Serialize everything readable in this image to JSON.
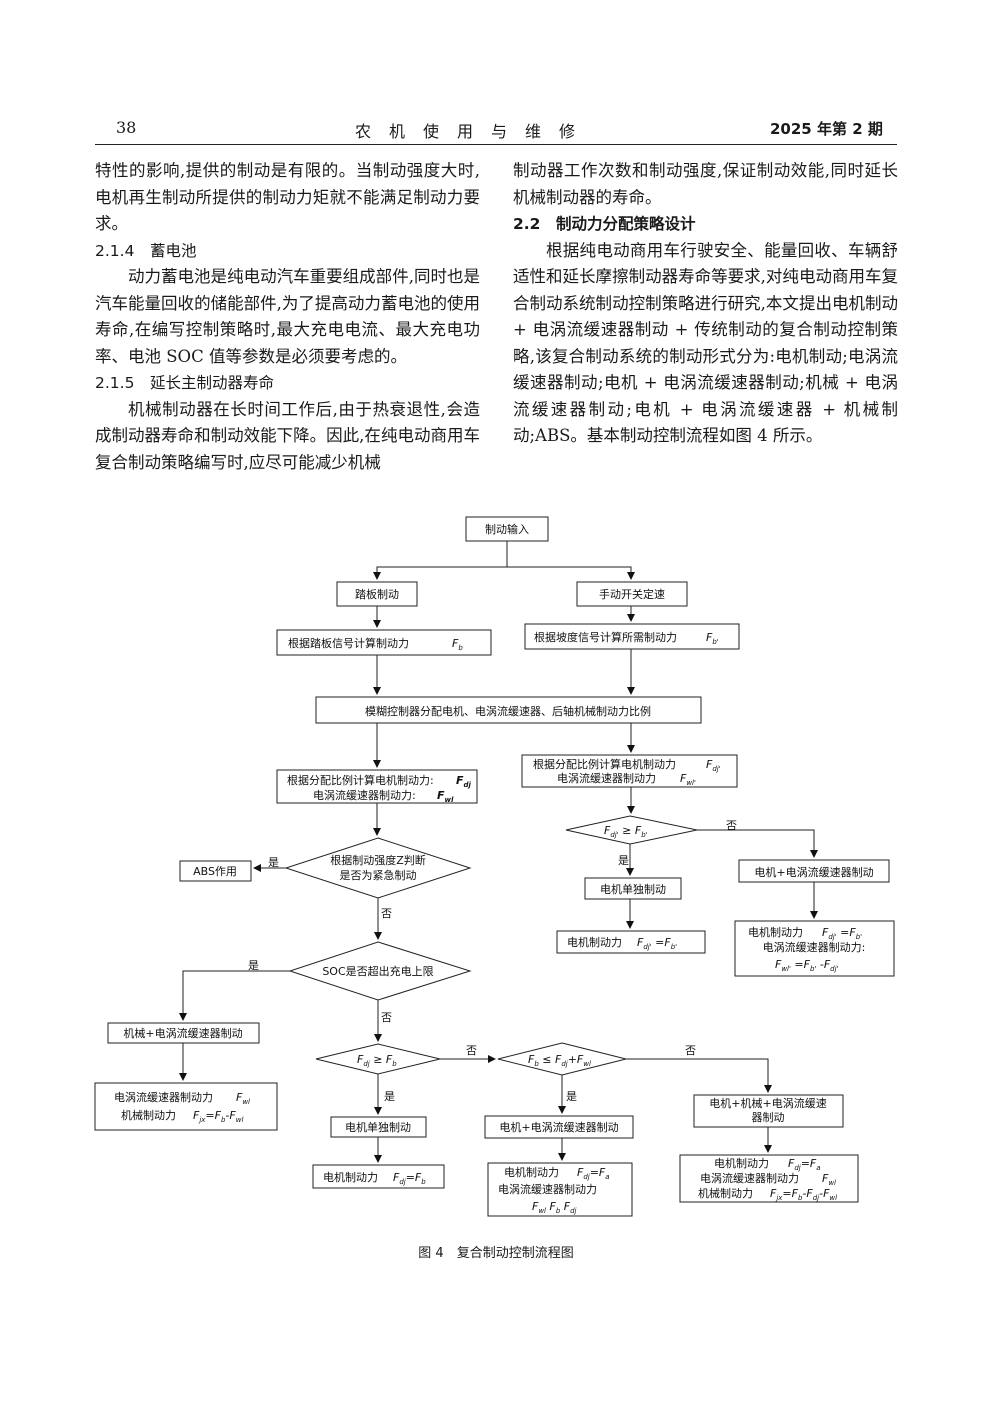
{
  "header": {
    "page_number": "38",
    "journal": "农　机　使　用　与　维　修",
    "issue": "2025 年第 2 期"
  },
  "left_column": {
    "p1": "特性的影响,提供的制动是有限的。当制动强度大时,电机再生制动所提供的制动力矩就不能满足制动力要求。",
    "s214": "2.1.4　蓄电池",
    "p2": "动力蓄电池是纯电动汽车重要组成部件,同时也是汽车能量回收的储能部件,为了提高动力蓄电池的使用寿命,在编写控制策略时,最大充电电流、最大充电功率、电池 SOC 值等参数是必须要考虑的。",
    "s215": "2.1.5　延长主制动器寿命",
    "p3": "机械制动器在长时间工作后,由于热衰退性,会造成制动器寿命和制动效能下降。因此,在纯电动商用车复合制动策略编写时,应尽可能减少机械"
  },
  "right_column": {
    "p1": "制动器工作次数和制动强度,保证制动效能,同时延长机械制动器的寿命。",
    "s22": "2.2　制动力分配策略设计",
    "p2": "根据纯电动商用车行驶安全、能量回收、车辆舒适性和延长摩擦制动器寿命等要求,对纯电动商用车复合制动系统制动控制策略进行研究,本文提出电机制动 + 电涡流缓速器制动 + 传统制动的复合制动控制策略,该复合制动系统的制动形式分为:电机制动;电涡流缓速器制动;电机 + 电涡流缓速器制动;机械 + 电涡流缓速器制动;电机 + 电涡流缓速器 + 机械制动;ABS。基本制动控制流程如图 4 所示。"
  },
  "flowchart": {
    "start": "制动输入",
    "pedal": "踏板制动",
    "manual": "手动开关定速",
    "calc_pedal": "根据踏板信号计算制动力",
    "calc_slope": "根据坡度信号计算所需制动力",
    "fuzzy": "模糊控制器分配电机、电涡流缓速器、后轴机械制动力比例",
    "alloc_left_1": "根据分配比例计算电机制动力:",
    "alloc_left_2": "电涡流缓速器制动力:",
    "alloc_right_1": "根据分配比例计算电机制动力",
    "alloc_right_2": "电涡流缓速器制动力",
    "judge_emerg_1": "根据制动强度Z判断",
    "judge_emerg_2": "是否为紧急制动",
    "abs": "ABS作用",
    "yes": "是",
    "no": "否",
    "soc": "SOC是否超出充电上限",
    "mech_eddy": "机械+电涡流缓速器制动",
    "eddy_force": "电涡流缓速器制动力",
    "mech_force": "机械制动力",
    "motor_only": "电机单独制动",
    "motor_force": "电机制动力",
    "motor_eddy": "电机+电涡流缓速器制动",
    "motor_eddy_r": "电机+电涡流缓速器制动",
    "motor_mech_eddy_1": "电机+机械+电涡流缓速",
    "motor_mech_eddy_2": "器制动",
    "eddy_force_colon": "电涡流缓速器制动力:"
  },
  "caption": "图 4　复合制动控制流程图"
}
